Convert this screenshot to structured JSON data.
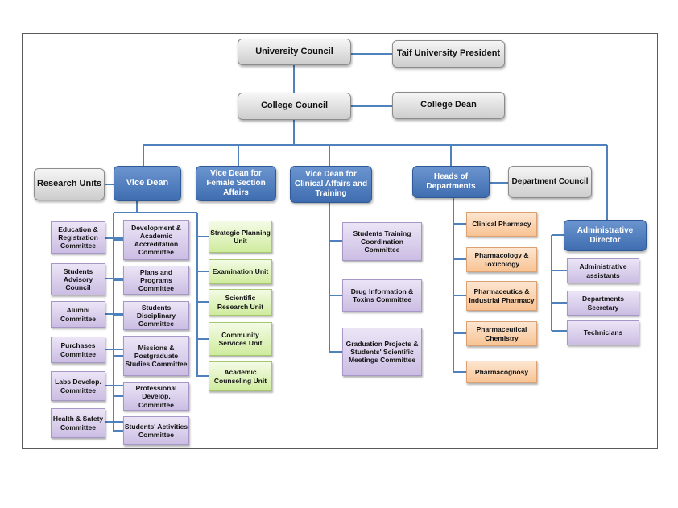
{
  "top": {
    "university_council": "University Council",
    "president": "Taif University President",
    "college_council": "College Council",
    "college_dean": "College Dean"
  },
  "level2": {
    "research_units": "Research Units",
    "vice_dean": "Vice Dean",
    "vice_dean_female": "Vice Dean for Female Section Affairs",
    "vice_dean_clinical": "Vice Dean for Clinical Affairs and Training",
    "heads_departments": "Heads of Departments",
    "department_council": "Department Council",
    "admin_director": "Administrative Director"
  },
  "vice_dean_left": [
    "Education & Registration Committee",
    "Students Advisory Council",
    "Alumni Committee",
    "Purchases Committee",
    "Labs Develop. Committee",
    "Health & Safety Committee"
  ],
  "vice_dean_middle": [
    "Development & Academic Accreditation Committee",
    "Plans and Programs Committee",
    "Students Disciplinary Committee",
    "Missions & Postgraduate Studies Committee",
    "Professional Develop. Committee",
    "Students' Activities Committee"
  ],
  "units": [
    "Strategic Planning Unit",
    "Examination Unit",
    "Scientific Research Unit",
    "Community Services Unit",
    "Academic Counseling Unit"
  ],
  "clinical": [
    "Students Training Coordination Committee",
    "Drug Information & Toxins Committee",
    "Graduation Projects & Students' Scientific Meetings Committee"
  ],
  "departments": [
    "Clinical Pharmacy",
    "Pharmacology & Toxicology",
    "Pharmaceutics & Industrial Pharmacy",
    "Pharmaceutical Chemistry",
    "Pharmacognosy"
  ],
  "admin": [
    "Administrative assistants",
    "Departments Secretary",
    "Technicians"
  ],
  "colors": {
    "connector": "#4f81bd",
    "blue_box": "#4f81bd",
    "purple_box": "#ccc0e4",
    "green_box": "#d7eeab",
    "orange_box": "#f9c496",
    "gray_box": "#d9d9d9"
  }
}
